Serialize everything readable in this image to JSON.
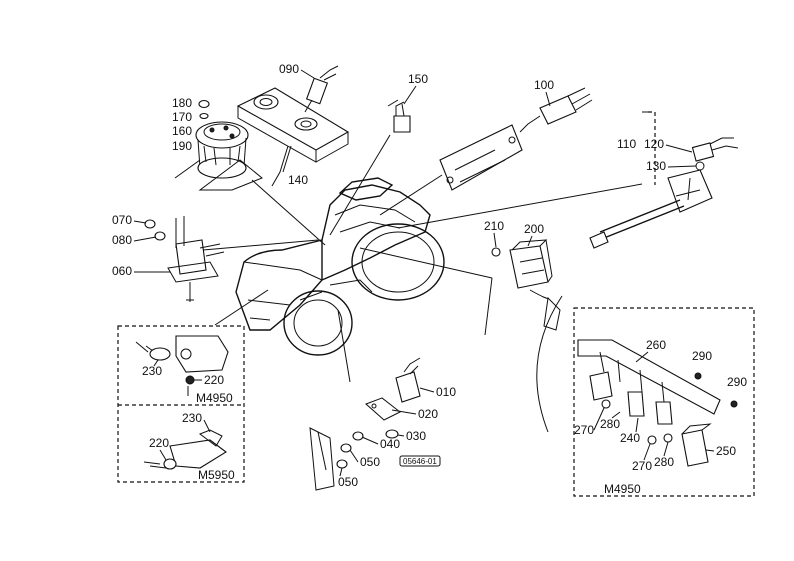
{
  "callouts": {
    "c010": "010",
    "c020": "020",
    "c030": "030",
    "c040": "040",
    "c050a": "050",
    "c050b": "050",
    "c060": "060",
    "c070": "070",
    "c080": "080",
    "c090": "090",
    "c100": "100",
    "c110": "110",
    "c120": "120",
    "c130": "130",
    "c140": "140",
    "c150": "150",
    "c160": "160",
    "c170": "170",
    "c180": "180",
    "c190": "190",
    "c200": "200",
    "c210": "210",
    "c220a": "220",
    "c220b": "220",
    "c230a": "230",
    "c230b": "230",
    "c240": "240",
    "c250": "250",
    "c260": "260",
    "c270a": "270",
    "c270b": "270",
    "c280a": "280",
    "c280b": "280",
    "c290a": "290",
    "c290b": "290"
  },
  "model_labels": {
    "m4950_inset": "M4950",
    "m5950_inset": "M5950",
    "m4950_panel": "M4950"
  },
  "stamp": "05646-01"
}
